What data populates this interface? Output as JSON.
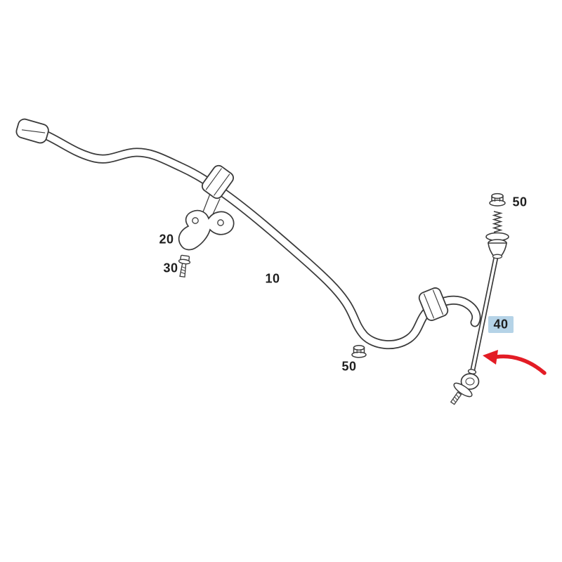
{
  "diagram": {
    "labels": {
      "bar": "10",
      "bracket": "20",
      "screw": "30",
      "link": "40",
      "nut_top": "50",
      "nut_mid": "50"
    },
    "colors": {
      "highlight": "#b5d3e7",
      "arrow": "#e31c25",
      "line": "#3a3a3a"
    }
  }
}
